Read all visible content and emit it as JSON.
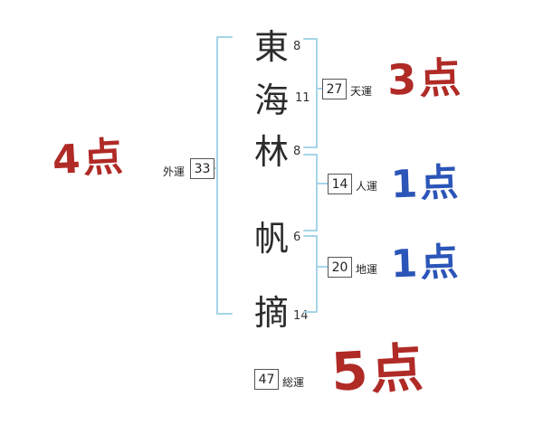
{
  "name": {
    "characters": [
      {
        "char": "東",
        "strokes": "8"
      },
      {
        "char": "海",
        "strokes": "11"
      },
      {
        "char": "林",
        "strokes": "8"
      },
      {
        "char": "帆",
        "strokes": "6"
      },
      {
        "char": "摘",
        "strokes": "14"
      }
    ]
  },
  "fortunes": {
    "tenun": {
      "label": "天運",
      "value": "27",
      "score": "3点"
    },
    "jinun": {
      "label": "人運",
      "value": "14",
      "score": "1点"
    },
    "chiun": {
      "label": "地運",
      "value": "20",
      "score": "1点"
    },
    "gaiun": {
      "label": "外運",
      "value": "33",
      "score": "4点"
    },
    "souun": {
      "label": "総運",
      "value": "47",
      "score": "5点"
    }
  },
  "colors": {
    "score_red": "#b02a26",
    "score_blue": "#2b55b8",
    "bracket_blue": "#a5d5e8",
    "text": "#2b2b2b"
  }
}
